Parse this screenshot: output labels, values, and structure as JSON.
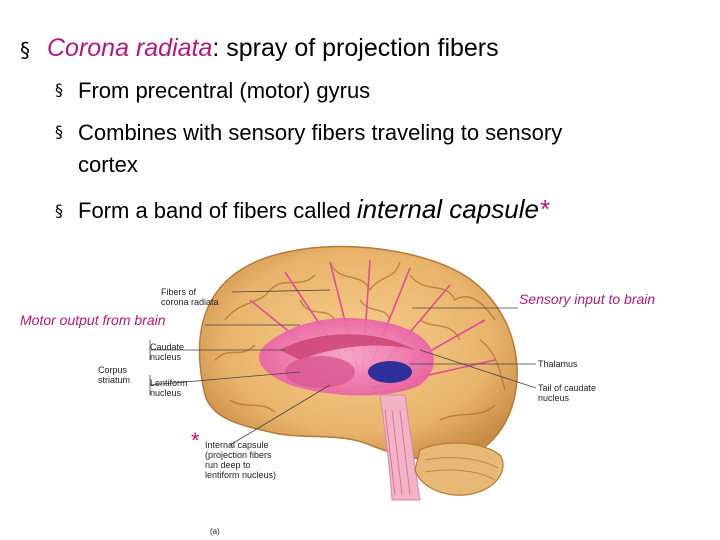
{
  "bullet_symbol": "§",
  "main_point": {
    "term": "Corona radiata",
    "rest": ": spray of projection fibers"
  },
  "sub_points": [
    {
      "text_line1": "From precentral (motor) gyrus"
    },
    {
      "text_line1": "Combines with sensory fibers traveling to sensory",
      "text_line2": "cortex"
    },
    {
      "text_line1": "Form a band of fibers called ",
      "emphasis": "internal capsule",
      "star": "*"
    }
  ],
  "annotations": {
    "motor": "Motor output from brain",
    "sensory": "Sensory input to brain",
    "star": "*"
  },
  "figure_labels": {
    "fibers_l1": "Fibers of",
    "fibers_l2": "corona radiata",
    "caudate_l1": "Caudate",
    "caudate_l2": "nucleus",
    "corpus_l1": "Corpus",
    "corpus_l2": "striatum",
    "lentiform_l1": "Lentiform",
    "lentiform_l2": "nucleus",
    "thalamus": "Thalamus",
    "tail_l1": "Tail of caudate",
    "tail_l2": "nucleus",
    "ic_l1": "Internal capsule",
    "ic_l2": "(projection fibers",
    "ic_l3": "run deep to",
    "ic_l4": "lentiform nucleus)",
    "panel": "(a)"
  },
  "colors": {
    "accent": "#b5177f",
    "brain": "#e6b066",
    "gyrus_line": "#b0702e",
    "fibers": "#ec5fa8"
  }
}
